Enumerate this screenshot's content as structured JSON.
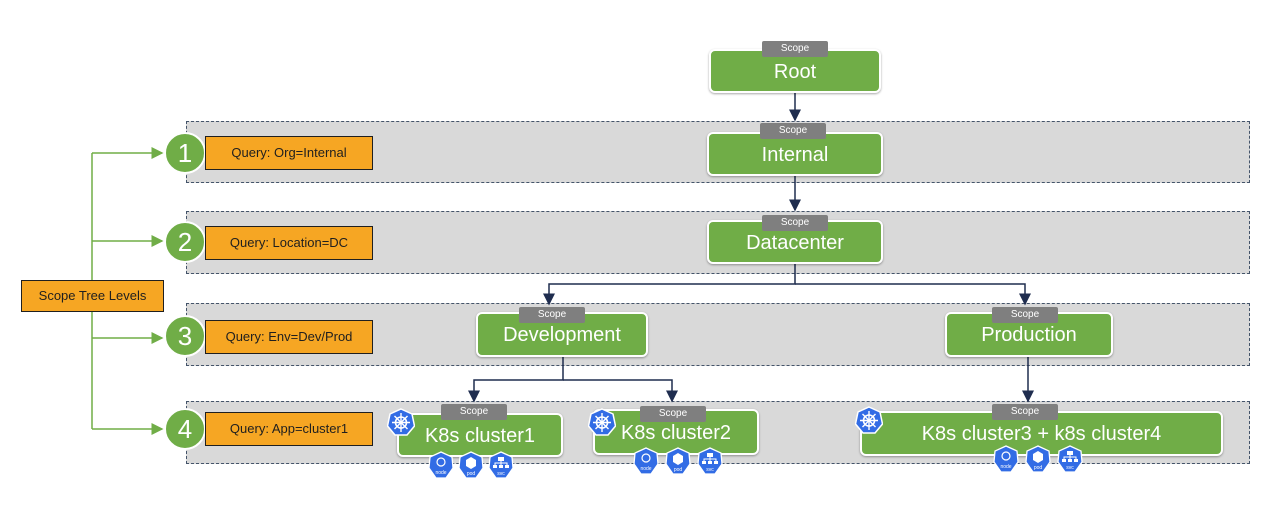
{
  "legend": {
    "label": "Scope Tree Levels"
  },
  "scope_tag": "Scope",
  "levels": [
    {
      "number": "1",
      "query": "Query: Org=Internal"
    },
    {
      "number": "2",
      "query": "Query: Location=DC"
    },
    {
      "number": "3",
      "query": "Query: Env=Dev/Prod"
    },
    {
      "number": "4",
      "query": "Query: App=cluster1"
    }
  ],
  "nodes": {
    "root": "Root",
    "internal": "Internal",
    "datacenter": "Datacenter",
    "development": "Development",
    "production": "Production",
    "cluster1": "K8s cluster1",
    "cluster2": "K8s cluster2",
    "cluster34": "K8s cluster3 + k8s cluster4"
  },
  "resource_icons": [
    "node",
    "pod",
    "svc"
  ],
  "colors": {
    "node_green": "#70ad47",
    "query_orange": "#f6a623",
    "band_gray": "#d9d9d9",
    "tag_gray": "#7f7f7f",
    "k8s_blue": "#326ce5"
  }
}
